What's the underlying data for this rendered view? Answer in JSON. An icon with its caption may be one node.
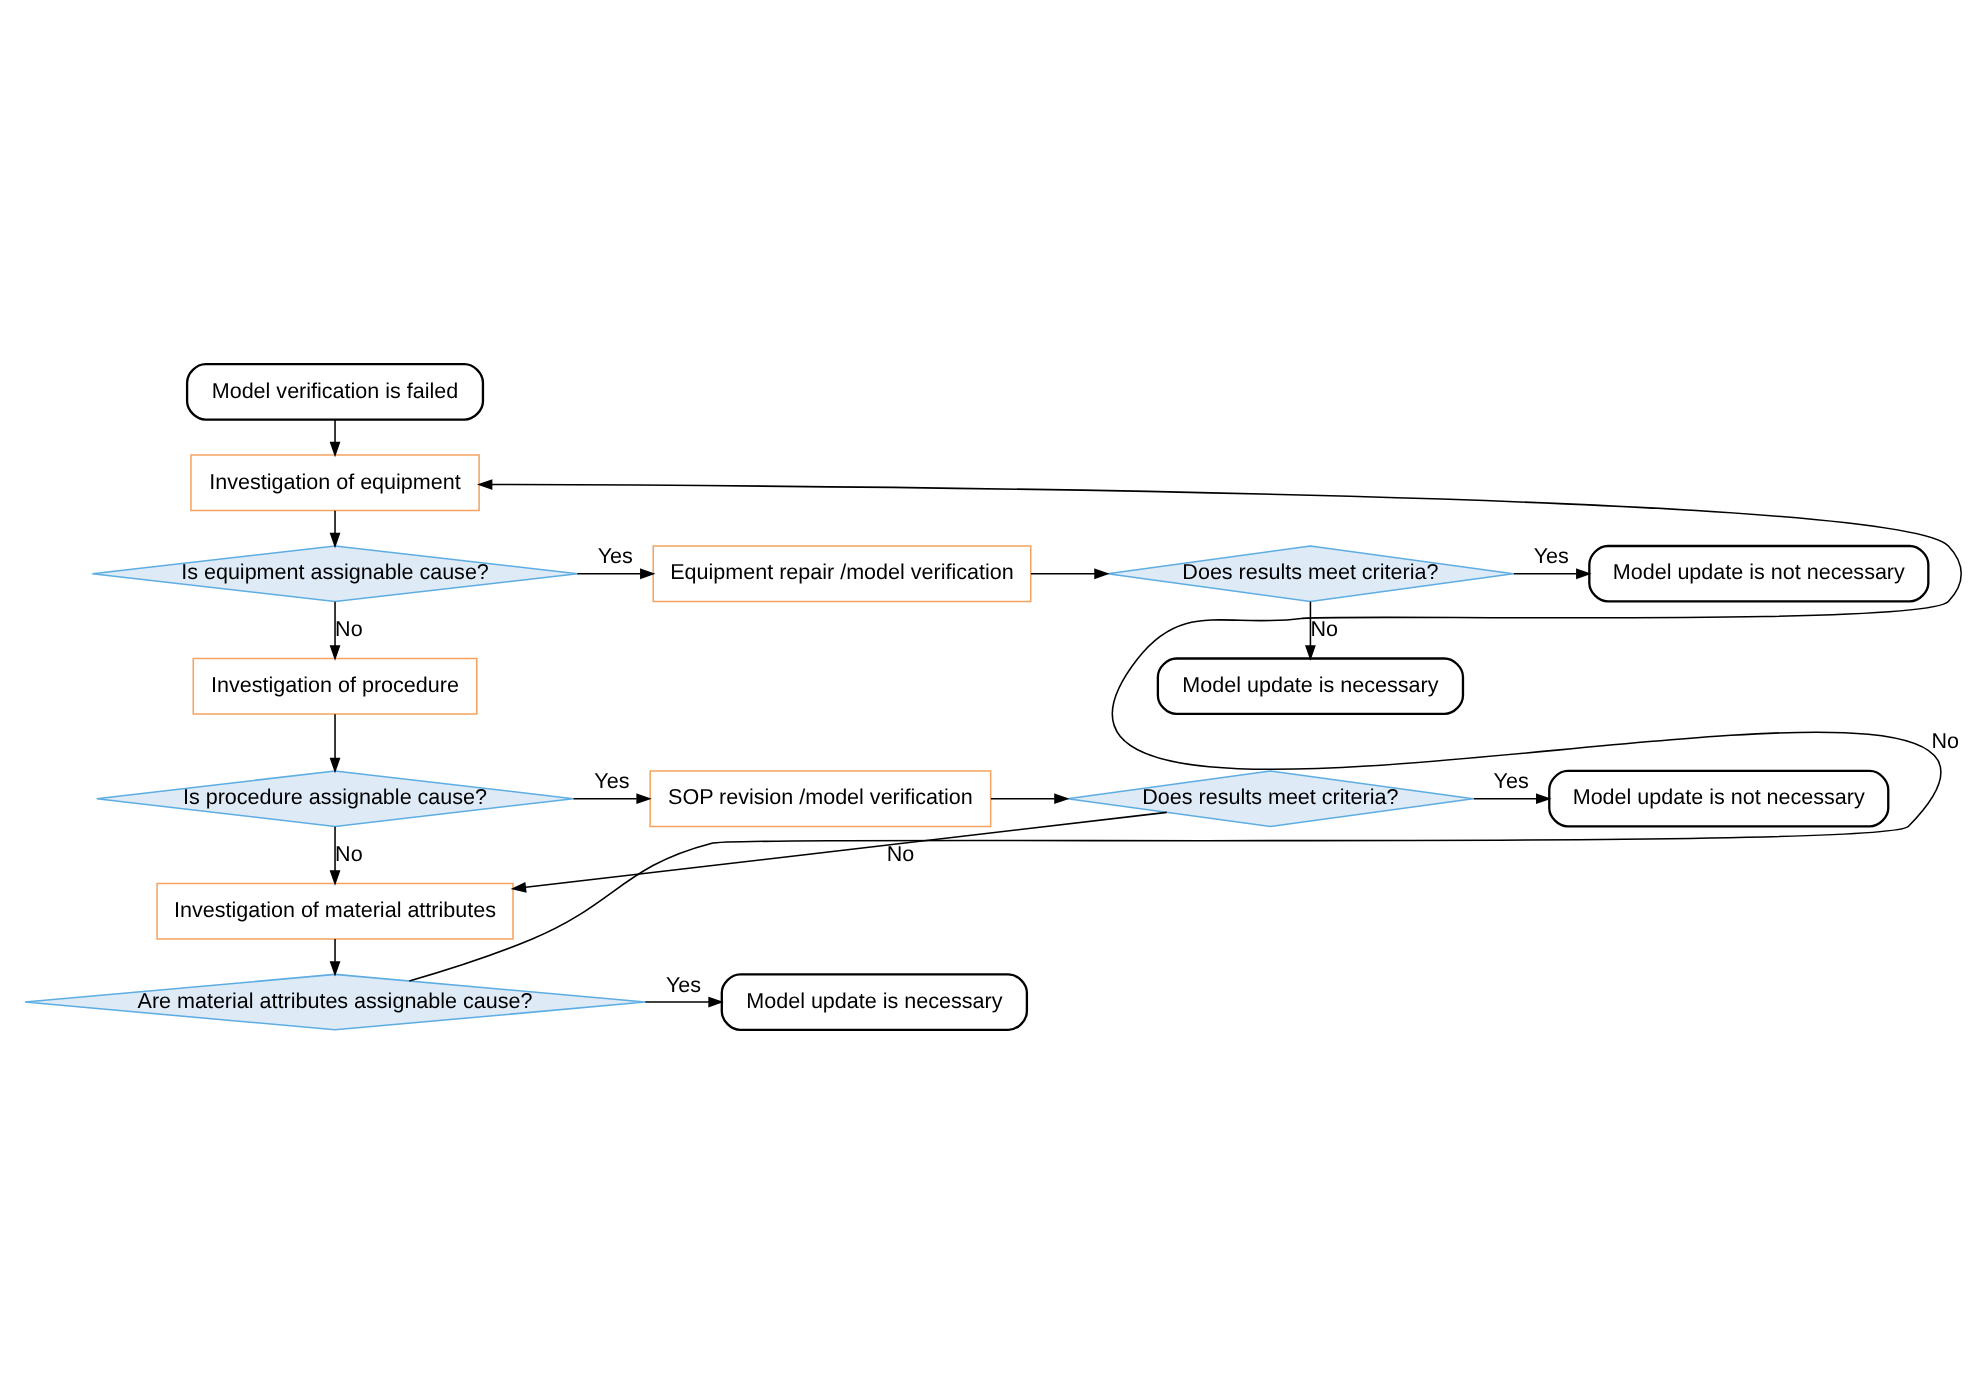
{
  "diagram": {
    "nodes": [
      {
        "text": [
          "Model verification is failed"
        ]
      },
      {
        "text": [
          "Investigation of equipment"
        ]
      },
      {
        "text": [
          "Is equipment assignable cause?"
        ]
      },
      {
        "text": [
          "Equipment repair /model verification"
        ]
      },
      {
        "text": [
          "Does results meet criteria?"
        ]
      },
      {
        "text": [
          "Model update is not necessary"
        ]
      },
      {
        "text": [
          "Model update is necessary"
        ]
      },
      {
        "text": [
          "Investigation of procedure"
        ]
      },
      {
        "text": [
          "Is procedure assignable cause?"
        ]
      },
      {
        "text": [
          "SOP revision /model verification"
        ]
      },
      {
        "text": [
          "Does results meet criteria?"
        ]
      },
      {
        "text": [
          "Model update is not necessary"
        ]
      },
      {
        "text": [
          "Investigation of material attributes"
        ]
      },
      {
        "text": [
          "Are material attributes assignable cause?"
        ]
      },
      {
        "text": [
          "Model update is necessary"
        ]
      }
    ],
    "edges": [
      {
        "from": 0,
        "to": 1,
        "arrow": "to"
      },
      {
        "from": 1,
        "to": 2,
        "arrow": "to"
      },
      {
        "from": 2,
        "to": 3,
        "arrow": "to",
        "label": "Yes"
      },
      {
        "from": 3,
        "to": 4,
        "arrow": "to"
      },
      {
        "from": 4,
        "to": 5,
        "arrow": "to",
        "label": "Yes"
      },
      {
        "from": 4,
        "to": 6,
        "arrow": "to",
        "label": "No"
      },
      {
        "from": 2,
        "to": 7,
        "arrow": "to",
        "label": "No"
      },
      {
        "from": 7,
        "to": 8,
        "arrow": "to"
      },
      {
        "from": 8,
        "to": 9,
        "arrow": "to",
        "label": "Yes"
      },
      {
        "from": 9,
        "to": 10,
        "arrow": "to"
      },
      {
        "from": 10,
        "to": 11,
        "arrow": "to",
        "label": "Yes"
      },
      {
        "from": 10,
        "to": 12,
        "arrow": "to",
        "label": "No"
      },
      {
        "from": 8,
        "to": 12,
        "arrow": "to",
        "label": "No"
      },
      {
        "from": 12,
        "to": 13,
        "arrow": "to"
      },
      {
        "from": 13,
        "to": 14,
        "arrow": "to",
        "label": "Yes"
      },
      {
        "from": 13,
        "to": 1,
        "arrow": "to",
        "label": "No"
      }
    ]
  }
}
